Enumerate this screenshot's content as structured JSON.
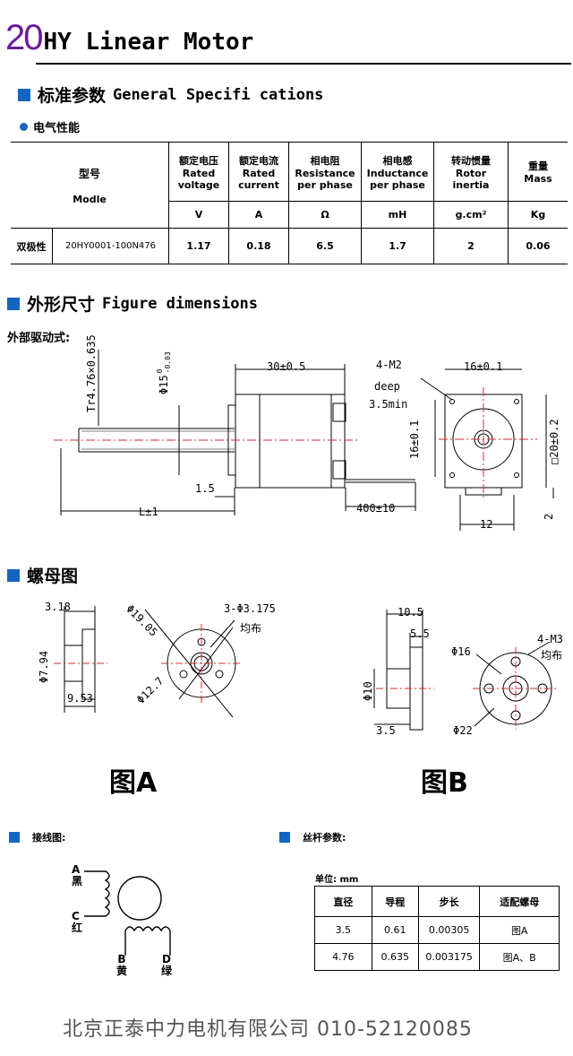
{
  "header": {
    "number": "20",
    "title": "HY Linear Motor"
  },
  "general": {
    "heading_cn": "标准参数",
    "heading_en": "General Specifi cations",
    "sub_heading": "电气性能"
  },
  "table": {
    "model_cn": "型号",
    "model_en": "Modle",
    "columns": [
      {
        "cn": "额定电压",
        "en1": "Rated",
        "en2": "voltage",
        "unit": "V"
      },
      {
        "cn": "额定电流",
        "en1": "Rated",
        "en2": "current",
        "unit": "A"
      },
      {
        "cn": "相电阻",
        "en1": "Resistance",
        "en2": "per phase",
        "unit": "Ω"
      },
      {
        "cn": "相电感",
        "en1": "Inductance",
        "en2": "per phase",
        "unit": "mH"
      },
      {
        "cn": "转动惯量",
        "en1": "Rotor",
        "en2": "inertia",
        "unit": "g.cm²"
      },
      {
        "cn": "重量",
        "en1": "Mass",
        "en2": "",
        "unit": "Kg"
      }
    ],
    "row": {
      "type": "双极性",
      "model": "20HY0001-100N476",
      "values": [
        "1.17",
        "0.18",
        "6.5",
        "1.7",
        "2",
        "0.06"
      ]
    }
  },
  "figure": {
    "heading_cn": "外形尺寸",
    "heading_en": "Figure dimensions",
    "drive": "外部驱动式:",
    "dims": {
      "thread": "Tr4.76×0.635",
      "shaft_dia": "Φ15",
      "shaft_tol_top": "0",
      "shaft_tol_bot": "-0.03",
      "body": "30±0.5",
      "tap": "4-M2",
      "deep": "deep",
      "depth": "3.5min",
      "front_w": "16±0.1",
      "front_h": "16±0.1",
      "square": "□20±0.2",
      "step": "1.5",
      "length": "L±1",
      "lead": "400±10",
      "w12": "12",
      "d2": "2"
    }
  },
  "nut": {
    "heading": "螺母图",
    "a": {
      "d1": "3.18",
      "d2": "Φ7.94",
      "d3": "9.53",
      "d4": "Φ19.05",
      "d5": "3-Φ3.175",
      "d6": "均布",
      "d7": "Φ12.7",
      "label": "图A"
    },
    "b": {
      "d1": "10.5",
      "d2": "5.5",
      "d3": "Φ10",
      "d4": "3.5",
      "d5": "Φ16",
      "d6": "4-M3",
      "d7": "均布",
      "d8": "Φ22",
      "label": "图B"
    }
  },
  "wiring": {
    "heading": "接线图:",
    "a_letter": "A",
    "a_color": "黑",
    "c_letter": "C",
    "c_color": "红",
    "b_letter": "B",
    "b_color": "黄",
    "d_letter": "D",
    "d_color": "绿"
  },
  "screw": {
    "heading": "丝杆参数:",
    "unit": "单位: mm",
    "headers": [
      "直径",
      "导程",
      "步长",
      "适配螺母"
    ],
    "rows": [
      [
        "3.5",
        "0.61",
        "0.00305",
        "图A"
      ],
      [
        "4.76",
        "0.635",
        "0.003175",
        "图A、B"
      ]
    ]
  },
  "footer": "北京正泰中力电机有限公司 010-52120085",
  "colors": {
    "accent": "#1565c0",
    "title_number": "#6a1b9a",
    "center_line": "#d32f2f"
  }
}
